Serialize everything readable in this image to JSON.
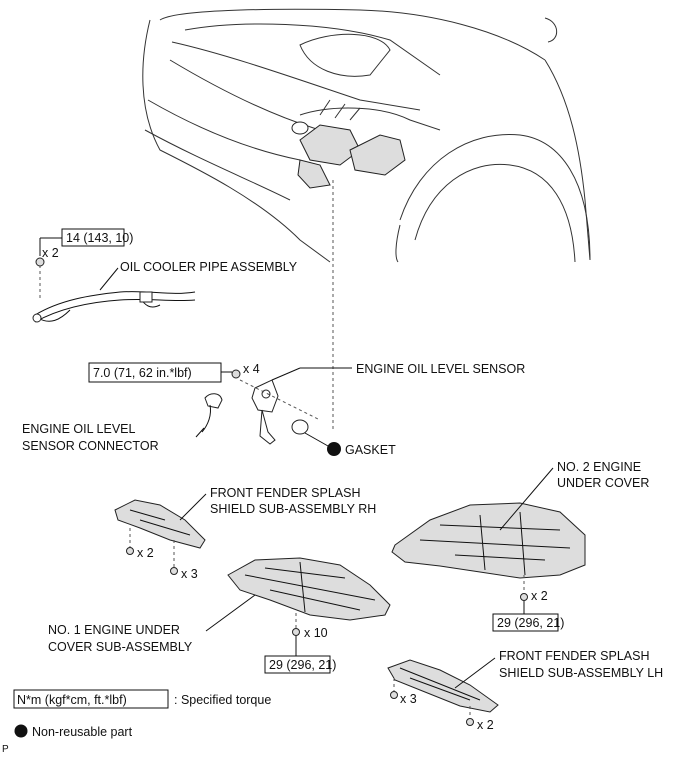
{
  "labels": {
    "oil_cooler_pipe": "OIL COOLER PIPE ASSEMBLY",
    "engine_oil_level_sensor": "ENGINE OIL LEVEL SENSOR",
    "sensor_connector_line1": "ENGINE OIL LEVEL",
    "sensor_connector_line2": "SENSOR CONNECTOR",
    "gasket": "GASKET",
    "fender_rh_line1": "FRONT FENDER SPLASH",
    "fender_rh_line2": "SHIELD SUB-ASSEMBLY RH",
    "no2_cover_line1": "NO. 2 ENGINE",
    "no2_cover_line2": "UNDER COVER",
    "no1_cover_line1": "NO. 1 ENGINE UNDER",
    "no1_cover_line2": "COVER SUB-ASSEMBLY",
    "fender_lh_line1": "FRONT FENDER SPLASH",
    "fender_lh_line2": "SHIELD SUB-ASSEMBLY LH"
  },
  "torques": {
    "oil_cooler_pipe": "14 (143, 10)",
    "sensor": "7.0 (71, 62 in.*lbf)",
    "no1_cover": "29 (296, 21)",
    "no2_cover": "29 (296, 21)"
  },
  "quantities": {
    "pipe_bolts": "x 2",
    "sensor_bolts": "x 4",
    "rh_bolt_a": "x 2",
    "rh_bolt_b": "x 3",
    "no1_bolts": "x 10",
    "no2_bolts": "x 2",
    "lh_bolt_a": "x 3",
    "lh_bolt_b": "x 2"
  },
  "legend": {
    "torque_unit": "N*m (kgf*cm, ft.*lbf)",
    "torque_desc": ": Specified torque",
    "non_reusable": "Non-reusable part"
  },
  "corner_mark": "P"
}
